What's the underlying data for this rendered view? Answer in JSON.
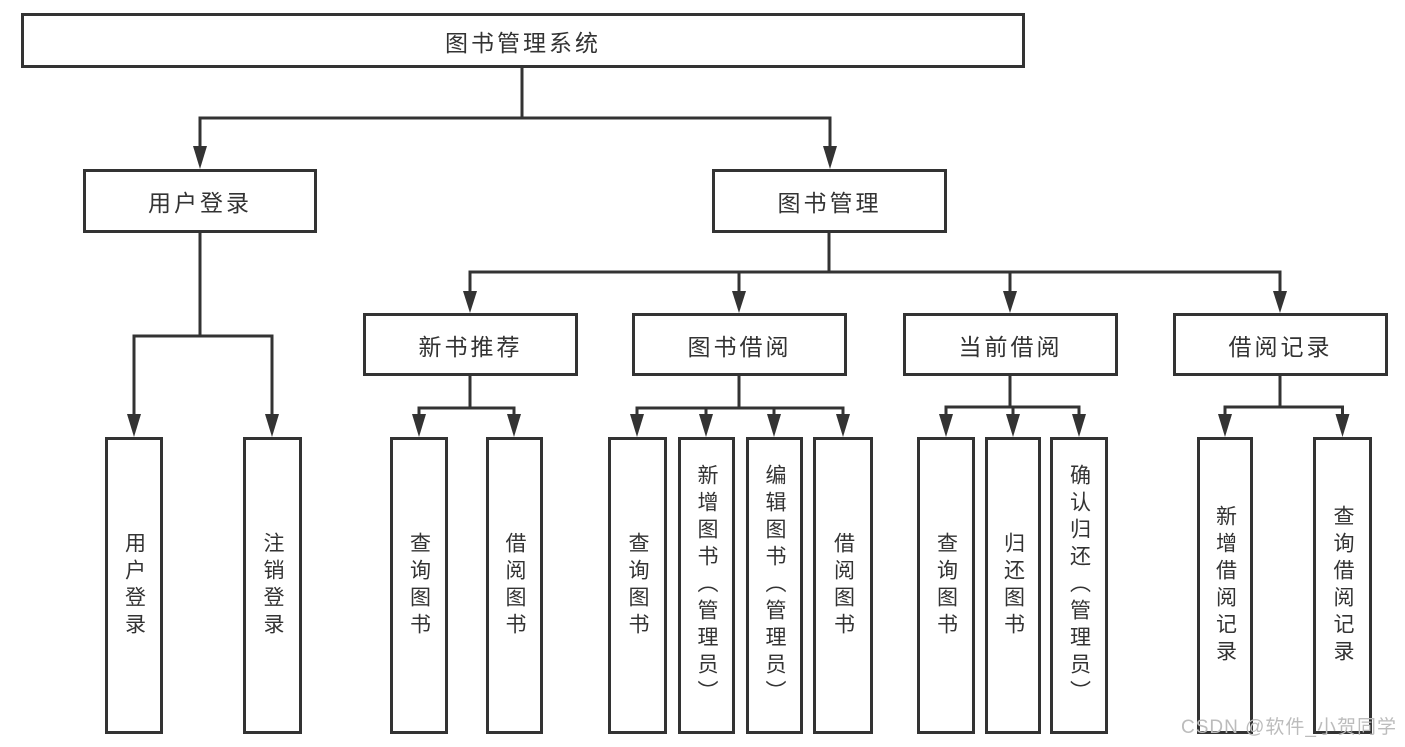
{
  "watermark": "CSDN @软件_小贺同学",
  "colors": {
    "line": "#333333",
    "box_border": "#333333",
    "box_background": "#ffffff",
    "text": "#333333",
    "watermark": "#bcbcbc"
  },
  "tree": {
    "root": {
      "label": "图书管理系统",
      "children": [
        {
          "label": "用户登录",
          "children": [
            {
              "label": "用户登录"
            },
            {
              "label": "注销登录"
            }
          ]
        },
        {
          "label": "图书管理",
          "children": [
            {
              "label": "新书推荐",
              "children": [
                {
                  "label": "查询图书"
                },
                {
                  "label": "借阅图书"
                }
              ]
            },
            {
              "label": "图书借阅",
              "children": [
                {
                  "label": "查询图书"
                },
                {
                  "label": "新增图书（管理员）"
                },
                {
                  "label": "编辑图书（管理员）"
                },
                {
                  "label": "借阅图书"
                }
              ]
            },
            {
              "label": "当前借阅",
              "children": [
                {
                  "label": "查询图书"
                },
                {
                  "label": "归还图书"
                },
                {
                  "label": "确认归还（管理员）"
                }
              ]
            },
            {
              "label": "借阅记录",
              "children": [
                {
                  "label": "新增借阅记录"
                },
                {
                  "label": "查询借阅记录"
                }
              ]
            }
          ]
        }
      ]
    }
  }
}
